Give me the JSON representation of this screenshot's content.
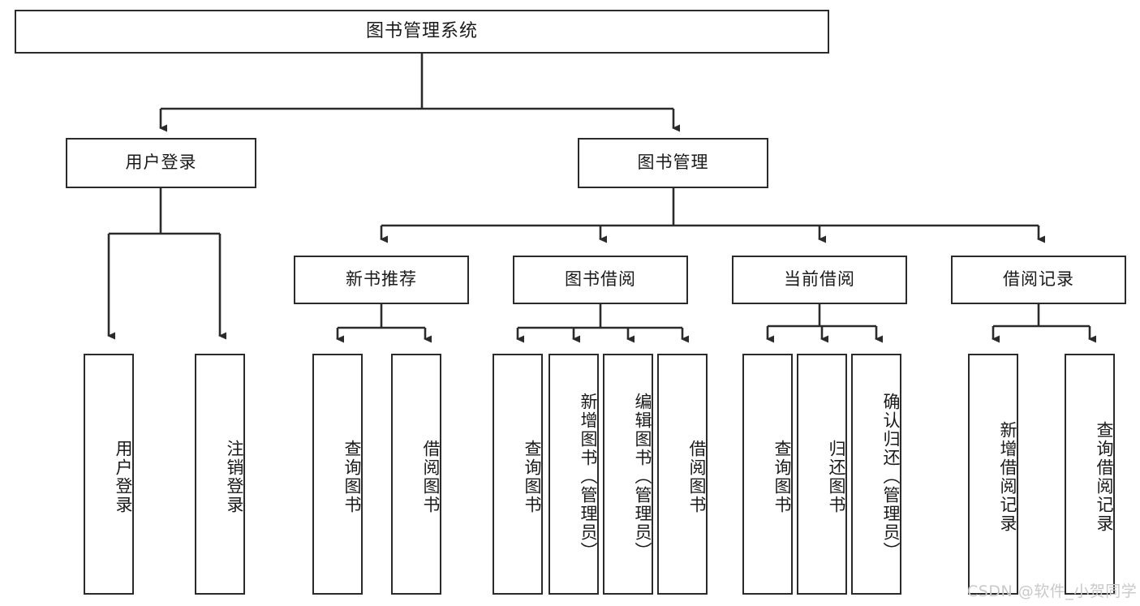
{
  "diagram": {
    "title": "图书管理系统",
    "type": "tree-hierarchy",
    "root": {
      "label": "图书管理系统"
    },
    "level2": [
      {
        "label": "用户登录"
      },
      {
        "label": "图书管理"
      }
    ],
    "level3": [
      {
        "label": "新书推荐"
      },
      {
        "label": "图书借阅"
      },
      {
        "label": "当前借阅"
      },
      {
        "label": "借阅记录"
      }
    ],
    "leaves": {
      "user_login": [
        {
          "label": "用户登录"
        },
        {
          "label": "注销登录"
        }
      ],
      "new_book_recommend": [
        {
          "label": "查询图书"
        },
        {
          "label": "借阅图书"
        }
      ],
      "book_borrow": [
        {
          "label": "查询图书"
        },
        {
          "label": "新增图书（管理员）"
        },
        {
          "label": "编辑图书（管理员）"
        },
        {
          "label": "借阅图书"
        }
      ],
      "current_borrow": [
        {
          "label": "查询图书"
        },
        {
          "label": "归还图书"
        },
        {
          "label": "确认归还（管理员）"
        }
      ],
      "borrow_record": [
        {
          "label": "新增借阅记录"
        },
        {
          "label": "查询借阅记录"
        }
      ]
    }
  },
  "watermark": {
    "text": "CSDN @软件_小贺同学"
  },
  "colors": {
    "stroke": "#2b2b2b",
    "background": "#ffffff",
    "text": "#1a1a1a",
    "watermark": "#c9c9c9"
  }
}
